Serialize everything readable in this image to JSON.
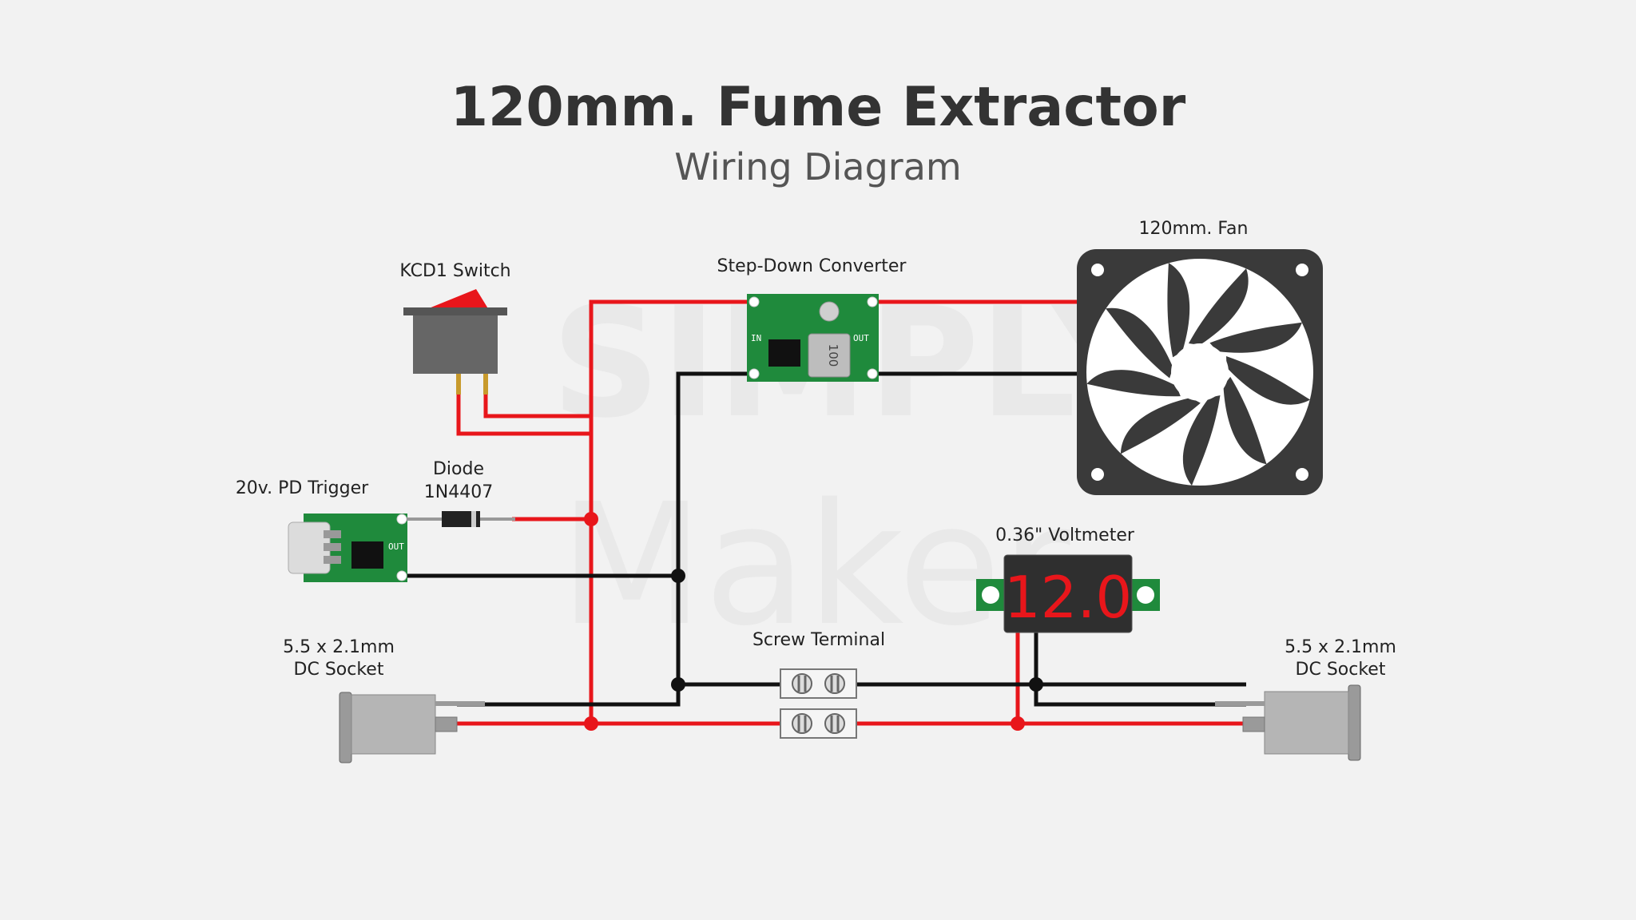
{
  "header": {
    "title": "120mm. Fume Extractor",
    "subtitle": "Wiring Diagram"
  },
  "watermark": {
    "line1": "SIMPLY",
    "line2": "Maker"
  },
  "components": {
    "switch": {
      "label": "KCD1 Switch"
    },
    "converter": {
      "label": "Step-Down Converter",
      "in_label": "IN",
      "out_label": "OUT",
      "inductor_label": "100"
    },
    "fan": {
      "label": "120mm. Fan"
    },
    "pd_trigger": {
      "label": "20v. PD Trigger",
      "out_label": "OUT"
    },
    "diode": {
      "label_line1": "Diode",
      "label_line2": "1N4407"
    },
    "voltmeter": {
      "label": "0.36\" Voltmeter",
      "reading": "12.0"
    },
    "screw_terminal": {
      "label": "Screw Terminal"
    },
    "dc_socket_left": {
      "label_line1": "5.5 x 2.1mm",
      "label_line2": "DC Socket"
    },
    "dc_socket_right": {
      "label_line1": "5.5 x 2.1mm",
      "label_line2": "DC Socket"
    }
  },
  "colors": {
    "background": "#f2f2f2",
    "wire_positive": "#e8161b",
    "wire_negative": "#111111",
    "pcb": "#1f8a3c",
    "fan_body": "#3a3a3a",
    "display_digits": "#e8161b"
  }
}
